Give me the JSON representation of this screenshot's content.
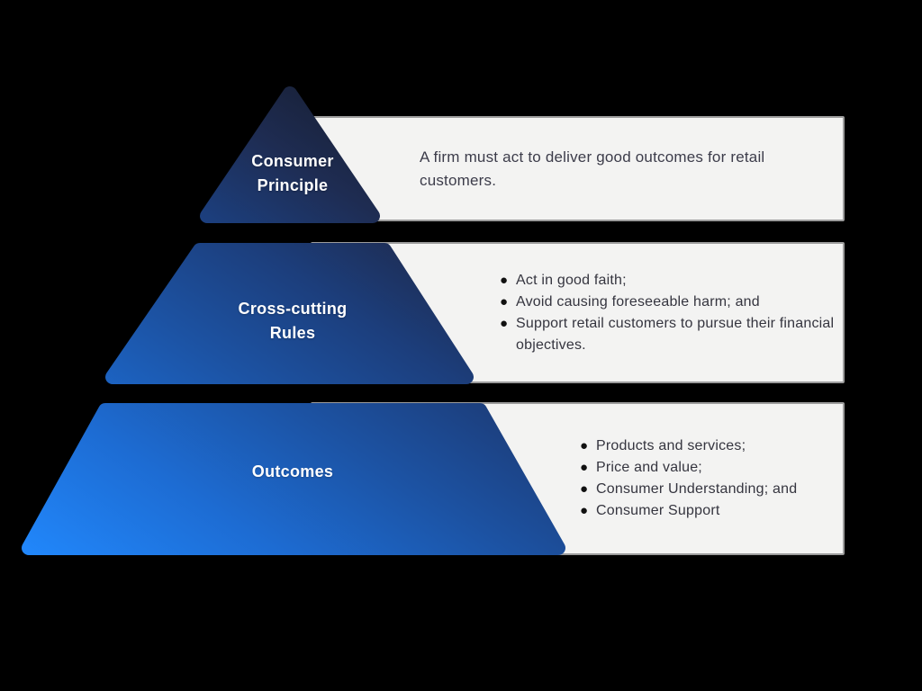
{
  "diagram": {
    "title": "Consumer Duty pyramid",
    "background_color": "#000000",
    "panel_color": "#f3f3f2",
    "panel_border_color": "#9c9c9c",
    "text_color": "#3c3c4a",
    "label_color": "#ffffff",
    "gradient": {
      "bright_stop": "#2187fb",
      "mid_stop": "#1c53a4",
      "dark_stop": "#131828"
    },
    "tiers": [
      {
        "id": "consumer-principle",
        "label_lines": [
          "Consumer",
          "Principle"
        ],
        "panel": {
          "text": "A firm must act to deliver good outcomes for retail customers."
        }
      },
      {
        "id": "cross-cutting-rules",
        "label_lines": [
          "Cross-cutting",
          "Rules"
        ],
        "panel": {
          "bullets": [
            "Act in good faith;",
            "Avoid causing foreseeable harm; and",
            "Support retail customers to pursue their financial objectives."
          ]
        }
      },
      {
        "id": "outcomes",
        "label_lines": [
          "Outcomes"
        ],
        "panel": {
          "bullets": [
            "Products and services;",
            "Price and value;",
            "Consumer Understanding; and",
            "Consumer Support"
          ]
        }
      }
    ]
  }
}
